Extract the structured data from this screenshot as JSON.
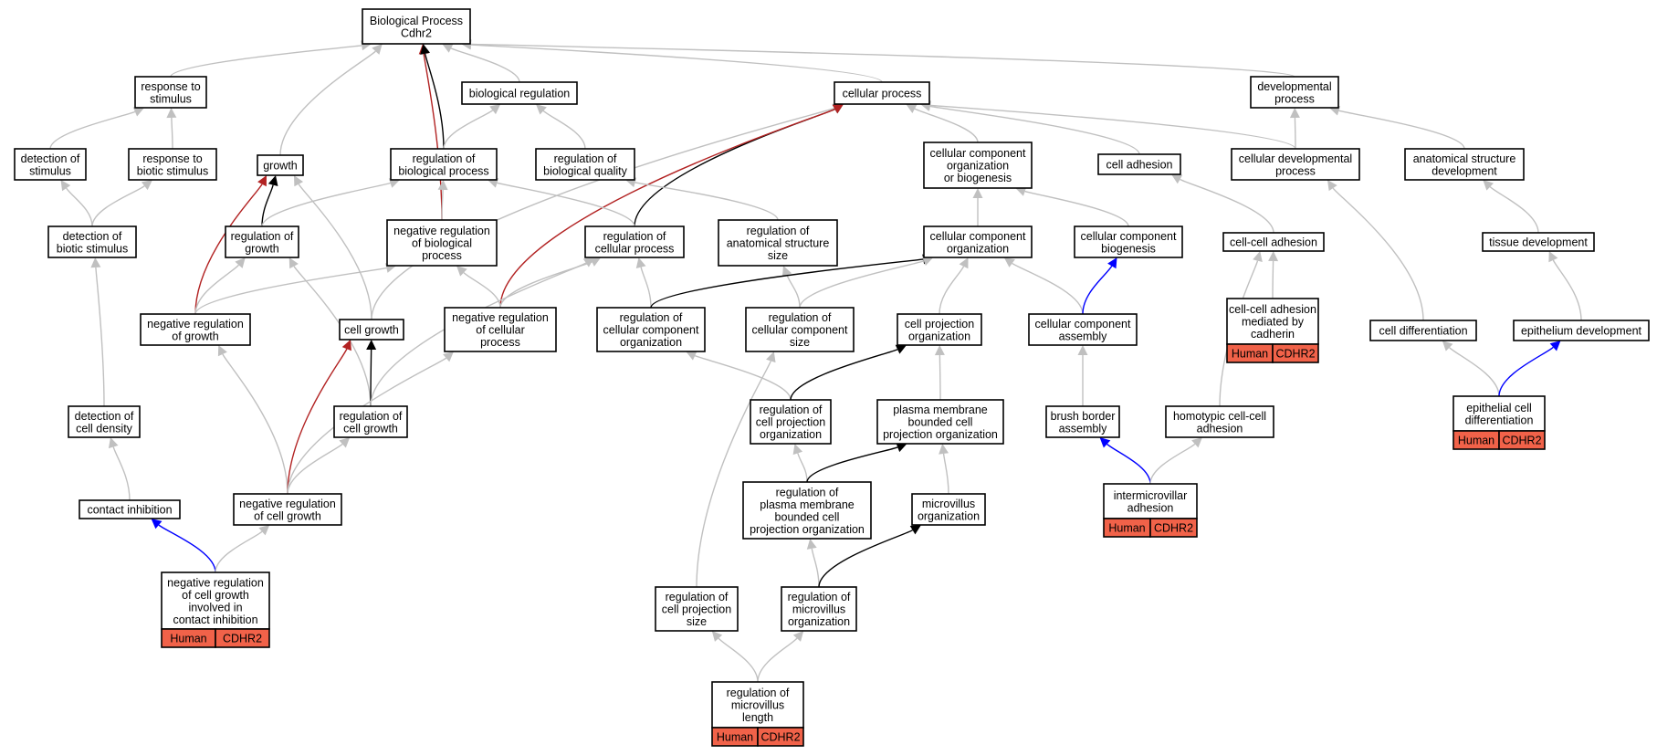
{
  "colors": {
    "background": "#ffffff",
    "node_border": "#000000",
    "badge_fill": "#f16249",
    "edge_default": "#c0c0c0",
    "edge_positive": "#000000",
    "edge_negative": "#b22222",
    "edge_direct": "#0000ff"
  },
  "nodes": [
    {
      "id": "root",
      "label": [
        "Biological Process",
        "Cdhr2"
      ]
    },
    {
      "id": "response_to_stimulus",
      "label": [
        "response to",
        "stimulus"
      ]
    },
    {
      "id": "biological_regulation",
      "label": [
        "biological regulation"
      ]
    },
    {
      "id": "cellular_process",
      "label": [
        "cellular process"
      ]
    },
    {
      "id": "developmental_process",
      "label": [
        "developmental",
        "process"
      ]
    },
    {
      "id": "detection_of_stimulus",
      "label": [
        "detection of",
        "stimulus"
      ]
    },
    {
      "id": "response_to_biotic_stimulus",
      "label": [
        "response to",
        "biotic stimulus"
      ]
    },
    {
      "id": "growth",
      "label": [
        "growth"
      ]
    },
    {
      "id": "regulation_of_biological_process",
      "label": [
        "regulation of",
        "biological process"
      ]
    },
    {
      "id": "regulation_of_biological_quality",
      "label": [
        "regulation of",
        "biological quality"
      ]
    },
    {
      "id": "ccob",
      "label": [
        "cellular component",
        "organization",
        "or biogenesis"
      ]
    },
    {
      "id": "cell_adhesion",
      "label": [
        "cell adhesion"
      ]
    },
    {
      "id": "cellular_developmental_process",
      "label": [
        "cellular developmental",
        "process"
      ]
    },
    {
      "id": "anatomical_structure_development",
      "label": [
        "anatomical structure",
        "development"
      ]
    },
    {
      "id": "detection_of_biotic_stimulus",
      "label": [
        "detection of",
        "biotic stimulus"
      ]
    },
    {
      "id": "regulation_of_growth",
      "label": [
        "regulation of",
        "growth"
      ]
    },
    {
      "id": "neg_reg_biological_process",
      "label": [
        "negative regulation",
        "of biological",
        "process"
      ]
    },
    {
      "id": "regulation_of_cellular_process",
      "label": [
        "regulation of",
        "cellular process"
      ]
    },
    {
      "id": "reg_anatomical_structure_size",
      "label": [
        "regulation of",
        "anatomical structure",
        "size"
      ]
    },
    {
      "id": "cellular_component_organization",
      "label": [
        "cellular component",
        "organization"
      ]
    },
    {
      "id": "cellular_component_biogenesis",
      "label": [
        "cellular component",
        "biogenesis"
      ]
    },
    {
      "id": "cell_cell_adhesion",
      "label": [
        "cell-cell adhesion"
      ]
    },
    {
      "id": "tissue_development",
      "label": [
        "tissue development"
      ]
    },
    {
      "id": "neg_reg_growth",
      "label": [
        "negative regulation",
        "of growth"
      ]
    },
    {
      "id": "cell_growth",
      "label": [
        "cell growth"
      ]
    },
    {
      "id": "neg_reg_cellular_process",
      "label": [
        "negative regulation",
        "of cellular",
        "process"
      ]
    },
    {
      "id": "reg_ccorg",
      "label": [
        "regulation of",
        "cellular component",
        "organization"
      ]
    },
    {
      "id": "reg_cc_size",
      "label": [
        "regulation of",
        "cellular component",
        "size"
      ]
    },
    {
      "id": "cell_projection_organization",
      "label": [
        "cell projection",
        "organization"
      ]
    },
    {
      "id": "cc_assembly",
      "label": [
        "cellular component",
        "assembly"
      ]
    },
    {
      "id": "ccadh_cadherin",
      "label": [
        "cell-cell adhesion",
        "mediated by",
        "cadherin"
      ],
      "badge": [
        "Human",
        "CDHR2"
      ]
    },
    {
      "id": "cell_differentiation",
      "label": [
        "cell differentiation"
      ]
    },
    {
      "id": "epithelium_development",
      "label": [
        "epithelium development"
      ]
    },
    {
      "id": "detection_of_cell_density",
      "label": [
        "detection of",
        "cell density"
      ]
    },
    {
      "id": "regulation_of_cell_growth",
      "label": [
        "regulation of",
        "cell growth"
      ]
    },
    {
      "id": "reg_cell_projection_org",
      "label": [
        "regulation of",
        "cell projection",
        "organization"
      ]
    },
    {
      "id": "pmb_cell_projection_org",
      "label": [
        "plasma membrane",
        "bounded cell",
        "projection organization"
      ]
    },
    {
      "id": "brush_border_assembly",
      "label": [
        "brush border",
        "assembly"
      ]
    },
    {
      "id": "homotypic_cell_adhesion",
      "label": [
        "homotypic cell-cell",
        "adhesion"
      ]
    },
    {
      "id": "epithelial_cell_differentiation",
      "label": [
        "epithelial cell",
        "differentiation"
      ],
      "badge": [
        "Human",
        "CDHR2"
      ]
    },
    {
      "id": "contact_inhibition",
      "label": [
        "contact inhibition"
      ]
    },
    {
      "id": "neg_reg_cell_growth",
      "label": [
        "negative regulation",
        "of cell growth"
      ]
    },
    {
      "id": "reg_pmb_cell_projection_org",
      "label": [
        "regulation of",
        "plasma membrane",
        "bounded cell",
        "projection organization"
      ]
    },
    {
      "id": "microvillus_organization",
      "label": [
        "microvillus",
        "organization"
      ]
    },
    {
      "id": "intermicrovillar_adhesion",
      "label": [
        "intermicrovillar",
        "adhesion"
      ],
      "badge": [
        "Human",
        "CDHR2"
      ]
    },
    {
      "id": "nrcg_contact_inhibition",
      "label": [
        "negative regulation",
        "of cell growth",
        "involved in",
        "contact inhibition"
      ],
      "badge": [
        "Human",
        "CDHR2"
      ]
    },
    {
      "id": "reg_cell_projection_size",
      "label": [
        "regulation of",
        "cell projection",
        "size"
      ]
    },
    {
      "id": "reg_microvillus_org",
      "label": [
        "regulation of",
        "microvillus",
        "organization"
      ]
    },
    {
      "id": "reg_microvillus_length",
      "label": [
        "regulation of",
        "microvillus",
        "length"
      ],
      "badge": [
        "Human",
        "CDHR2"
      ]
    }
  ],
  "edges": [
    {
      "from": "response_to_stimulus",
      "to": "root",
      "type": "is_a"
    },
    {
      "from": "growth",
      "to": "root",
      "type": "is_a"
    },
    {
      "from": "neg_reg_biological_process",
      "to": "root",
      "type": "negatively_regulates"
    },
    {
      "from": "regulation_of_biological_process",
      "to": "root",
      "type": "regulates"
    },
    {
      "from": "biological_regulation",
      "to": "root",
      "type": "is_a"
    },
    {
      "from": "cellular_process",
      "to": "root",
      "type": "is_a"
    },
    {
      "from": "developmental_process",
      "to": "root",
      "type": "is_a"
    },
    {
      "from": "detection_of_stimulus",
      "to": "response_to_stimulus",
      "type": "is_a"
    },
    {
      "from": "response_to_biotic_stimulus",
      "to": "response_to_stimulus",
      "type": "is_a"
    },
    {
      "from": "regulation_of_biological_process",
      "to": "biological_regulation",
      "type": "is_a"
    },
    {
      "from": "regulation_of_biological_quality",
      "to": "biological_regulation",
      "type": "is_a"
    },
    {
      "from": "cell_growth",
      "to": "cellular_process",
      "type": "is_a"
    },
    {
      "from": "regulation_of_cellular_process",
      "to": "cellular_process",
      "type": "regulates"
    },
    {
      "from": "neg_reg_cellular_process",
      "to": "cellular_process",
      "type": "negatively_regulates"
    },
    {
      "from": "ccob",
      "to": "cellular_process",
      "type": "is_a"
    },
    {
      "from": "cell_adhesion",
      "to": "cellular_process",
      "type": "is_a"
    },
    {
      "from": "cellular_developmental_process",
      "to": "cellular_process",
      "type": "is_a"
    },
    {
      "from": "cellular_developmental_process",
      "to": "developmental_process",
      "type": "is_a"
    },
    {
      "from": "anatomical_structure_development",
      "to": "developmental_process",
      "type": "is_a"
    },
    {
      "from": "detection_of_biotic_stimulus",
      "to": "detection_of_stimulus",
      "type": "is_a"
    },
    {
      "from": "detection_of_biotic_stimulus",
      "to": "response_to_biotic_stimulus",
      "type": "is_a"
    },
    {
      "from": "regulation_of_growth",
      "to": "growth",
      "type": "regulates"
    },
    {
      "from": "neg_reg_growth",
      "to": "growth",
      "type": "negatively_regulates"
    },
    {
      "from": "cell_growth",
      "to": "growth",
      "type": "is_a"
    },
    {
      "from": "regulation_of_growth",
      "to": "regulation_of_biological_process",
      "type": "is_a"
    },
    {
      "from": "neg_reg_biological_process",
      "to": "regulation_of_biological_process",
      "type": "is_a"
    },
    {
      "from": "regulation_of_cellular_process",
      "to": "regulation_of_biological_process",
      "type": "is_a"
    },
    {
      "from": "reg_anatomical_structure_size",
      "to": "regulation_of_biological_quality",
      "type": "is_a"
    },
    {
      "from": "cellular_component_organization",
      "to": "ccob",
      "type": "is_a"
    },
    {
      "from": "cellular_component_biogenesis",
      "to": "ccob",
      "type": "is_a"
    },
    {
      "from": "cell_cell_adhesion",
      "to": "cell_adhesion",
      "type": "is_a"
    },
    {
      "from": "cell_differentiation",
      "to": "cellular_developmental_process",
      "type": "is_a"
    },
    {
      "from": "tissue_development",
      "to": "anatomical_structure_development",
      "type": "is_a"
    },
    {
      "from": "contact_inhibition",
      "to": "detection_of_cell_density",
      "type": "is_a"
    },
    {
      "from": "detection_of_cell_density",
      "to": "detection_of_biotic_stimulus",
      "type": "is_a"
    },
    {
      "from": "neg_reg_growth",
      "to": "regulation_of_growth",
      "type": "is_a"
    },
    {
      "from": "regulation_of_cell_growth",
      "to": "regulation_of_growth",
      "type": "is_a"
    },
    {
      "from": "neg_reg_growth",
      "to": "neg_reg_biological_process",
      "type": "is_a"
    },
    {
      "from": "neg_reg_cellular_process",
      "to": "neg_reg_biological_process",
      "type": "is_a"
    },
    {
      "from": "neg_reg_cellular_process",
      "to": "regulation_of_cellular_process",
      "type": "is_a"
    },
    {
      "from": "reg_ccorg",
      "to": "regulation_of_cellular_process",
      "type": "is_a"
    },
    {
      "from": "reg_cc_size",
      "to": "reg_anatomical_structure_size",
      "type": "is_a"
    },
    {
      "from": "reg_ccorg",
      "to": "cellular_component_organization",
      "type": "regulates"
    },
    {
      "from": "reg_cc_size",
      "to": "cellular_component_organization",
      "type": "is_a"
    },
    {
      "from": "cell_projection_organization",
      "to": "cellular_component_organization",
      "type": "is_a"
    },
    {
      "from": "cc_assembly",
      "to": "cellular_component_organization",
      "type": "is_a"
    },
    {
      "from": "cc_assembly",
      "to": "cellular_component_biogenesis",
      "type": "part_of"
    },
    {
      "from": "homotypic_cell_adhesion",
      "to": "cell_cell_adhesion",
      "type": "is_a"
    },
    {
      "from": "ccadh_cadherin",
      "to": "cell_cell_adhesion",
      "type": "is_a"
    },
    {
      "from": "epithelial_cell_differentiation",
      "to": "cell_differentiation",
      "type": "is_a"
    },
    {
      "from": "epithelium_development",
      "to": "tissue_development",
      "type": "is_a"
    },
    {
      "from": "epithelial_cell_differentiation",
      "to": "epithelium_development",
      "type": "part_of"
    },
    {
      "from": "neg_reg_cell_growth",
      "to": "neg_reg_growth",
      "type": "is_a"
    },
    {
      "from": "regulation_of_cell_growth",
      "to": "cell_growth",
      "type": "regulates"
    },
    {
      "from": "neg_reg_cell_growth",
      "to": "cell_growth",
      "type": "negatively_regulates"
    },
    {
      "from": "regulation_of_cell_growth",
      "to": "regulation_of_cellular_process",
      "type": "is_a"
    },
    {
      "from": "neg_reg_cell_growth",
      "to": "regulation_of_cell_growth",
      "type": "is_a"
    },
    {
      "from": "neg_reg_cell_growth",
      "to": "neg_reg_cellular_process",
      "type": "is_a"
    },
    {
      "from": "reg_cell_projection_org",
      "to": "reg_ccorg",
      "type": "is_a"
    },
    {
      "from": "reg_cell_projection_org",
      "to": "cell_projection_organization",
      "type": "regulates"
    },
    {
      "from": "pmb_cell_projection_org",
      "to": "cell_projection_organization",
      "type": "is_a"
    },
    {
      "from": "brush_border_assembly",
      "to": "cc_assembly",
      "type": "is_a"
    },
    {
      "from": "intermicrovillar_adhesion",
      "to": "brush_border_assembly",
      "type": "part_of"
    },
    {
      "from": "intermicrovillar_adhesion",
      "to": "homotypic_cell_adhesion",
      "type": "is_a"
    },
    {
      "from": "nrcg_contact_inhibition",
      "to": "contact_inhibition",
      "type": "part_of"
    },
    {
      "from": "nrcg_contact_inhibition",
      "to": "neg_reg_cell_growth",
      "type": "is_a"
    },
    {
      "from": "reg_pmb_cell_projection_org",
      "to": "reg_cell_projection_org",
      "type": "is_a"
    },
    {
      "from": "reg_pmb_cell_projection_org",
      "to": "pmb_cell_projection_org",
      "type": "regulates"
    },
    {
      "from": "microvillus_organization",
      "to": "pmb_cell_projection_org",
      "type": "is_a"
    },
    {
      "from": "reg_microvillus_org",
      "to": "reg_pmb_cell_projection_org",
      "type": "is_a"
    },
    {
      "from": "reg_microvillus_org",
      "to": "microvillus_organization",
      "type": "regulates"
    },
    {
      "from": "reg_cell_projection_size",
      "to": "reg_cc_size",
      "type": "is_a"
    },
    {
      "from": "reg_microvillus_length",
      "to": "reg_cell_projection_size",
      "type": "is_a"
    },
    {
      "from": "reg_microvillus_length",
      "to": "reg_microvillus_org",
      "type": "is_a"
    }
  ]
}
